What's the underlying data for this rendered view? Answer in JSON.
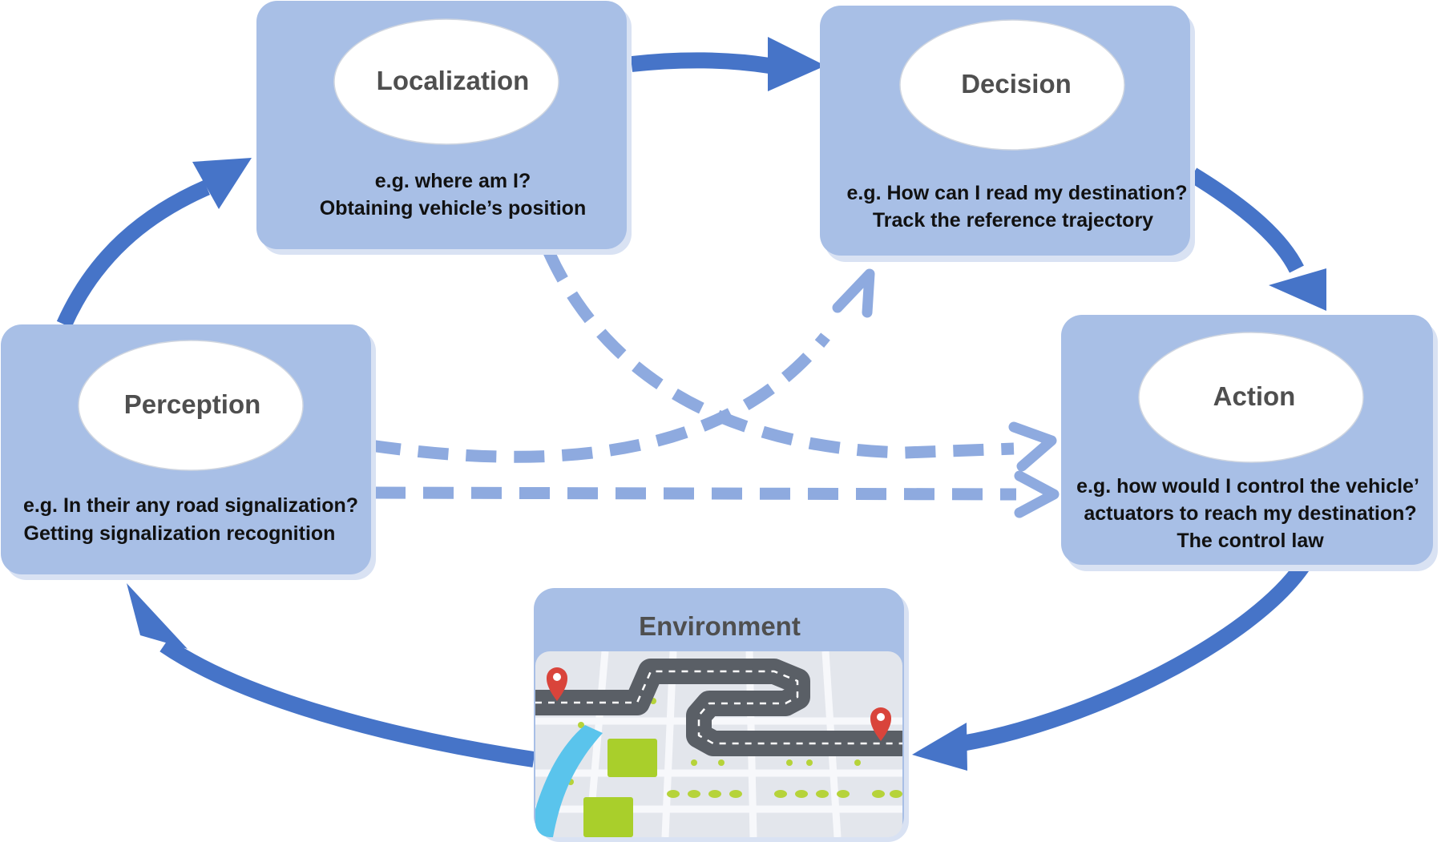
{
  "colors": {
    "box_fill": "#a8bfe6",
    "solid_arrow": "#4674c8",
    "dashed_arrow": "#8eaadf",
    "title_text": "#4f4f4f",
    "desc_text": "#111111"
  },
  "boxes": {
    "localization": {
      "title": "Localization",
      "lines": [
        "e.g. where am I?",
        "Obtaining vehicle’s position"
      ]
    },
    "decision": {
      "title": "Decision",
      "lines": [
        "e.g. How can I read my destination?",
        "Track the reference trajectory"
      ]
    },
    "action": {
      "title": "Action",
      "lines": [
        "e.g. how would I control the vehicle’",
        "actuators to reach my destination?",
        "The control law"
      ]
    },
    "perception": {
      "title": "Perception",
      "lines": [
        "e.g. In their any road signalization?",
        "Getting signalization recognition"
      ]
    },
    "environment": {
      "title": "Environment",
      "illustration": "road-map-illustration"
    }
  },
  "icons": [
    "map-pin-icon",
    "map-pin-icon"
  ]
}
